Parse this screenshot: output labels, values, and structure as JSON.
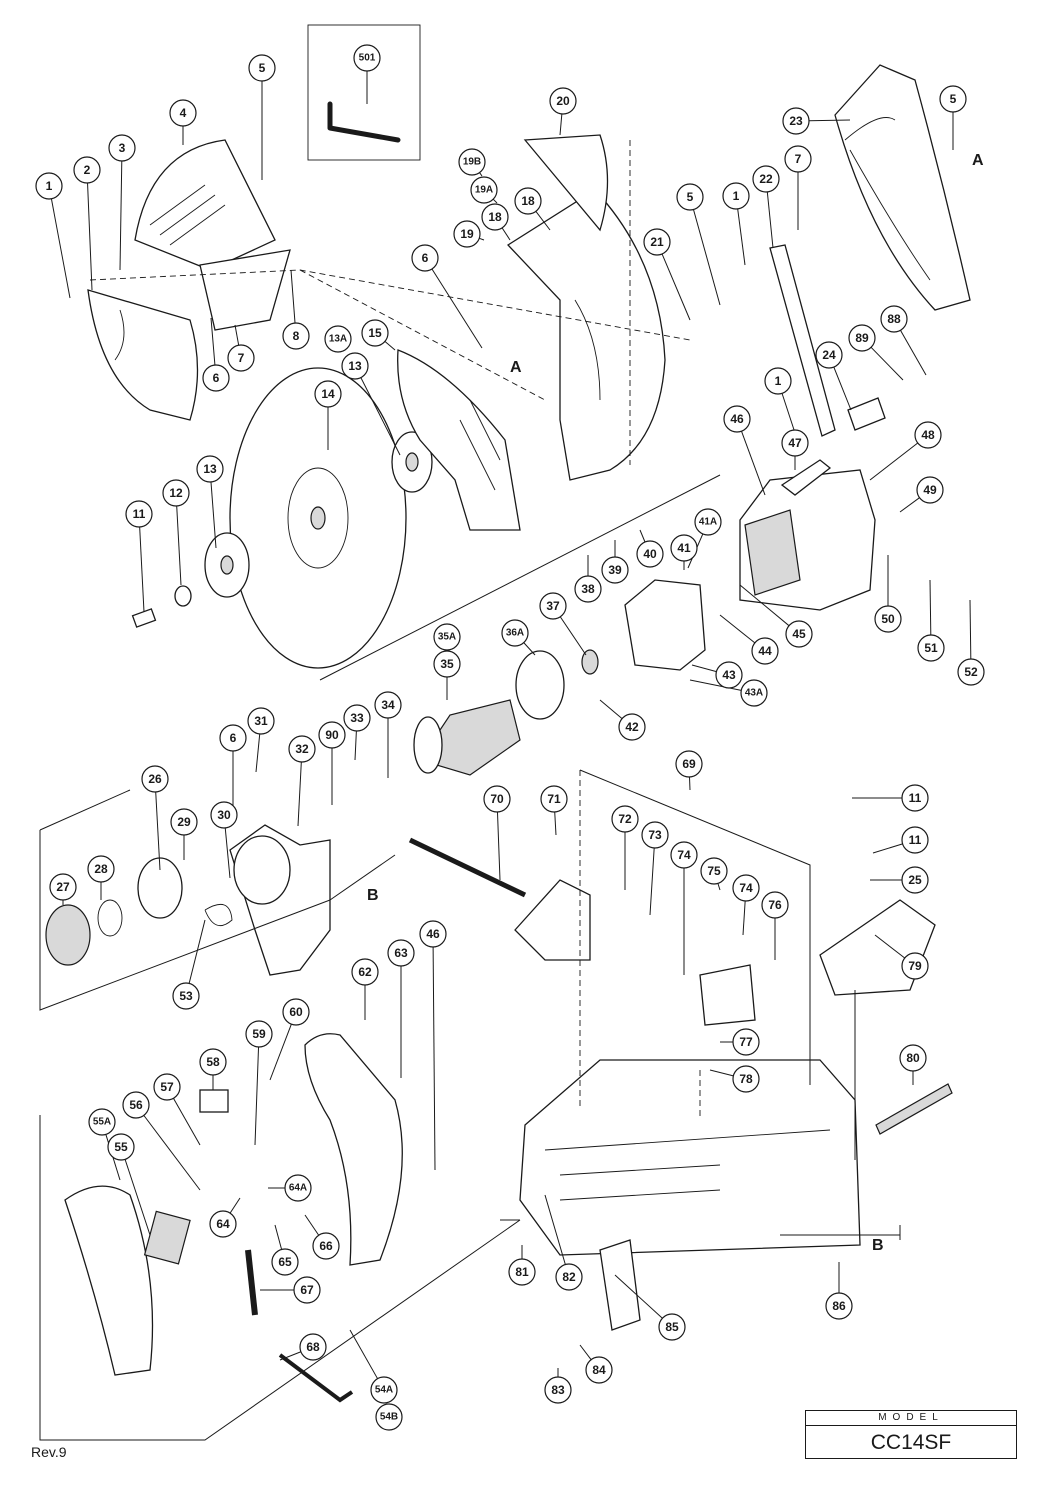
{
  "revision": "Rev.9",
  "model": {
    "heading": "MODEL",
    "name": "CC14SF"
  },
  "section_letters": [
    "A",
    "A",
    "B",
    "B"
  ],
  "part_labels": [
    "501",
    "5",
    "20",
    "4",
    "3",
    "2",
    "1",
    "19B",
    "19A",
    "18",
    "19",
    "18",
    "23",
    "5",
    "7",
    "22",
    "1",
    "21",
    "5",
    "6",
    "6",
    "7",
    "8",
    "13A",
    "13",
    "15",
    "14",
    "89",
    "88",
    "24",
    "1",
    "46",
    "47",
    "48",
    "49",
    "11",
    "12",
    "13",
    "41A",
    "41",
    "40",
    "39",
    "38",
    "50",
    "51",
    "52",
    "37",
    "36A",
    "35A",
    "35",
    "45",
    "44",
    "43",
    "43A",
    "42",
    "6",
    "31",
    "32",
    "90",
    "33",
    "34",
    "26",
    "29",
    "30",
    "27",
    "28",
    "53",
    "70",
    "71",
    "69",
    "72",
    "73",
    "74",
    "75",
    "74",
    "76",
    "11",
    "11",
    "25",
    "79",
    "62",
    "63",
    "46",
    "60",
    "59",
    "58",
    "57",
    "55A",
    "56",
    "55",
    "64",
    "64A",
    "65",
    "66",
    "67",
    "68",
    "54A",
    "54B",
    "77",
    "78",
    "80",
    "81",
    "82",
    "85",
    "86",
    "83",
    "84"
  ]
}
